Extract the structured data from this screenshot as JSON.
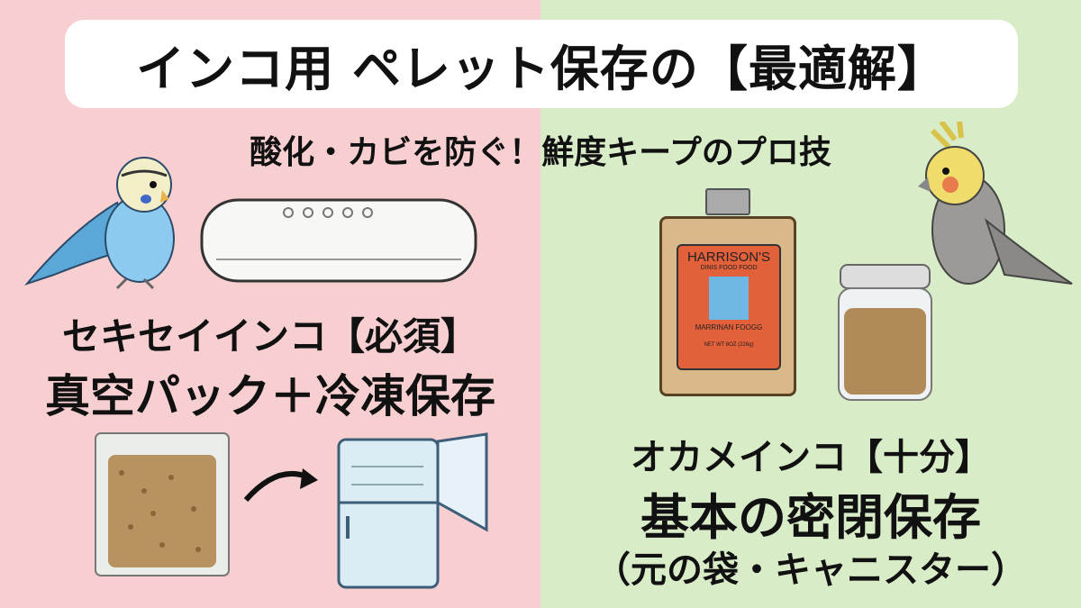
{
  "title": "インコ用 ペレット保存の【最適解】",
  "subtitle": "酸化・カビを防ぐ！鮮度キープのプロ技",
  "left": {
    "bird": "セキセイインコ【必須】",
    "method": "真空パック＋冷凍保存"
  },
  "right": {
    "bird": "オカメインコ【十分】",
    "method": "基本の密閉保存",
    "detail": "（元の袋・キャニスター）"
  },
  "bag": {
    "brand": "HARRISON'S",
    "line1": "DINIS FOOD FOOD",
    "line2": "MARRINAN FOOGG",
    "weight": "NET WT 8OZ (226g)"
  },
  "colors": {
    "left_bg": "#f8cfd1",
    "right_bg": "#d9ecc8",
    "bag_label": "#e2603a"
  }
}
